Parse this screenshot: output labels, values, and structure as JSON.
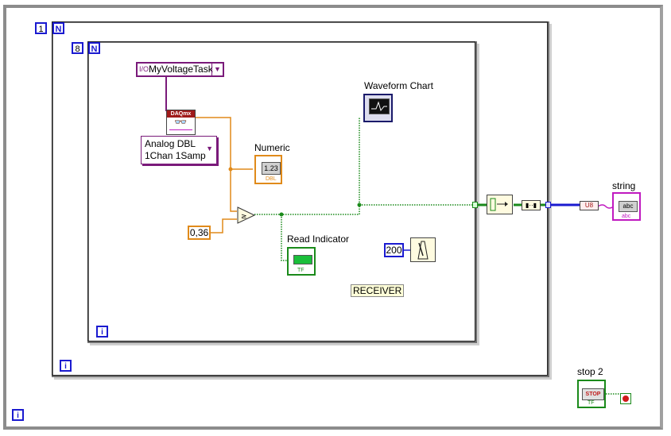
{
  "outer_loop": {
    "count": "1",
    "n_label": "N",
    "iteration_label": "i"
  },
  "mid_loop": {
    "iteration_label": "i"
  },
  "inner_loop": {
    "count": "8",
    "n_label": "N",
    "iteration_label": "i"
  },
  "task_control": {
    "value": "MyVoltageTask",
    "prefix": "I/O"
  },
  "daqmx_read": {
    "header": "DAQmx",
    "polymorphic_selector": [
      "Analog DBL",
      "1Chan 1Samp"
    ]
  },
  "numeric_indicator": {
    "label": "Numeric",
    "display": "1.23",
    "type": "DBL"
  },
  "constant_threshold": {
    "value": "0,36"
  },
  "read_indicator": {
    "label": "Read Indicator",
    "type": "TF"
  },
  "waveform_chart": {
    "label": "Waveform Chart"
  },
  "wait_ms": {
    "value": "200"
  },
  "receiver_label": {
    "text": "RECEIVER"
  },
  "string_indicator": {
    "label": "string",
    "display": "abc",
    "type": "abc"
  },
  "u8_convert": {
    "text": "U8"
  },
  "stop_button": {
    "label": "stop 2",
    "text": "STOP",
    "type": "TF"
  },
  "colors": {
    "boolean_wire": "#1a8a1a",
    "numeric_wire": "#e08a1a",
    "task_wire": "#7a1a7a",
    "string_wire": "#c01ac0",
    "u8_wire": "#1a1ad0"
  }
}
